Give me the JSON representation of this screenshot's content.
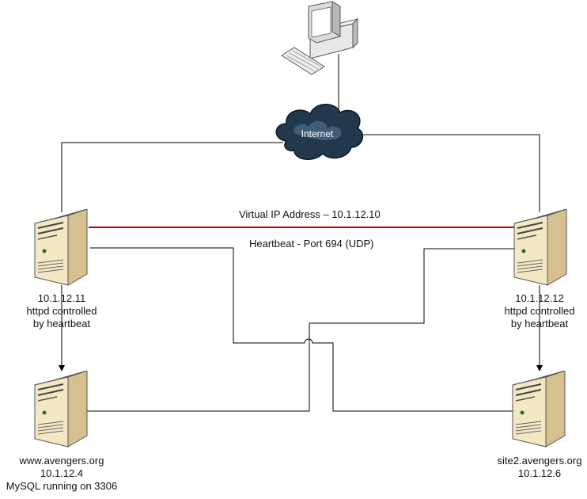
{
  "internet": {
    "label": "Internet"
  },
  "links": {
    "vip_label": "Virtual IP Address – 10.1.12.10",
    "heartbeat_label": "Heartbeat - Port 694 (UDP)",
    "vip_color": "#c00000",
    "line_color": "#000000"
  },
  "nodes": {
    "server_left_top": {
      "line1": "10.1.12.11",
      "line2": "httpd controlled",
      "line3": "by heartbeat"
    },
    "server_right_top": {
      "line1": "10.1.12.12",
      "line2": "httpd controlled",
      "line3": "by heartbeat"
    },
    "server_left_bottom": {
      "line1": "www.avengers.org",
      "line2": "10.1.12.4",
      "line3": "MySQL running on 3306"
    },
    "server_right_bottom": {
      "line1": "site2.avengers.org",
      "line2": "10.1.12.6"
    }
  },
  "colors": {
    "server_body": "#f3e7c4",
    "server_shade": "#cfb98a",
    "cloud_dark": "#1f3448",
    "cloud_light": "#5b7c97"
  },
  "icons": {
    "workstation": "desktop-computer-icon",
    "cloud": "internet-cloud-icon",
    "server": "tower-server-icon"
  }
}
